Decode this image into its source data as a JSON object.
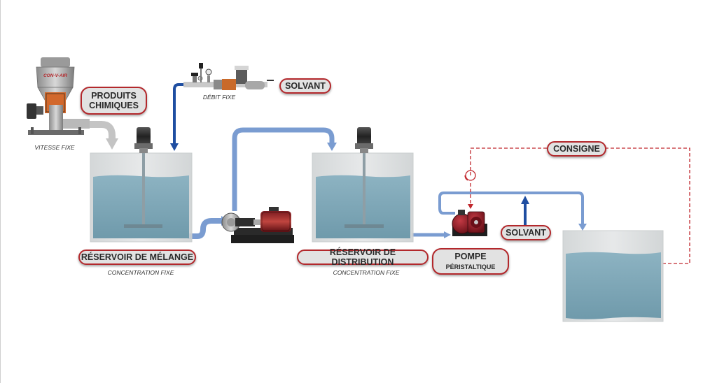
{
  "labels": {
    "produits_chimiques_line1": "PRODUITS",
    "produits_chimiques_line2": "CHIMIQUES",
    "solvant_top": "SOLVANT",
    "reservoir_melange": "RÉSERVOIR DE MÉLANGE",
    "reservoir_distribution": "RÉSERVOIR DE DISTRIBUTION",
    "pompe_line1": "POMPE",
    "pompe_line2": "péristaltique",
    "solvant_right": "SOLVANT",
    "consigne": "CONSIGNE"
  },
  "captions": {
    "vitesse_fixe": "VITESSE FIXE",
    "debit_fixe": "DÉBIT FIXE",
    "concentration_fixe_1": "CONCENTRATION FIXE",
    "concentration_fixe_2": "CONCENTRATION FIXE"
  },
  "equipment": {
    "feeder_brand": "CON-V-AIR"
  },
  "colors": {
    "pipe_blue_light": "#7a9cd1",
    "pipe_blue_dark": "#1f4ea1",
    "pipe_gray": "#c4c4c4",
    "tank_wall": "#d8dbdc",
    "tank_liquid": "#7ea6b6",
    "label_border": "#b3282c",
    "control_line": "#c1272d",
    "pump_red": "#8e1c25"
  }
}
